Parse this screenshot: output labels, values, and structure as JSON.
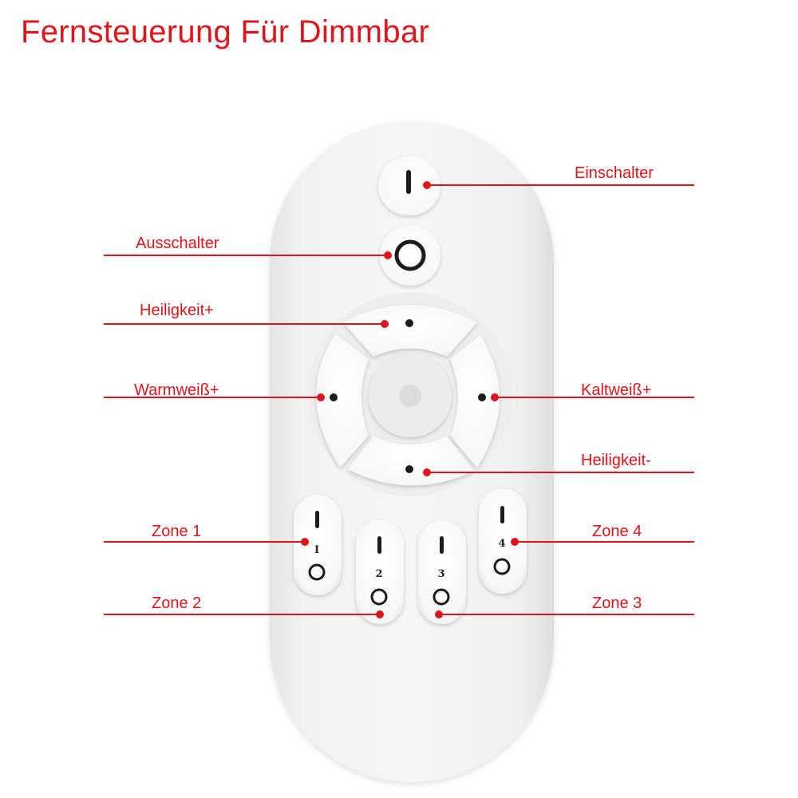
{
  "title": "Fernsteuerung Für Dimmbar",
  "accent_color": "#e2141b",
  "remote": {
    "body_color": "#f3f3f3",
    "button_color": "#fdfdfd"
  },
  "labels": {
    "on": "Einschalter",
    "off": "Ausschalter",
    "brightness_up": "Heiligkeit+",
    "warm_white": "Warmweiß+",
    "cold_white": "Kaltweiß+",
    "brightness_down": "Heiligkeit-",
    "zone1": "Zone 1",
    "zone2": "Zone 2",
    "zone3": "Zone 3",
    "zone4": "Zone 4"
  },
  "zone_buttons": {
    "z1": "I",
    "z2": "2",
    "z3": "3",
    "z4": "4"
  }
}
